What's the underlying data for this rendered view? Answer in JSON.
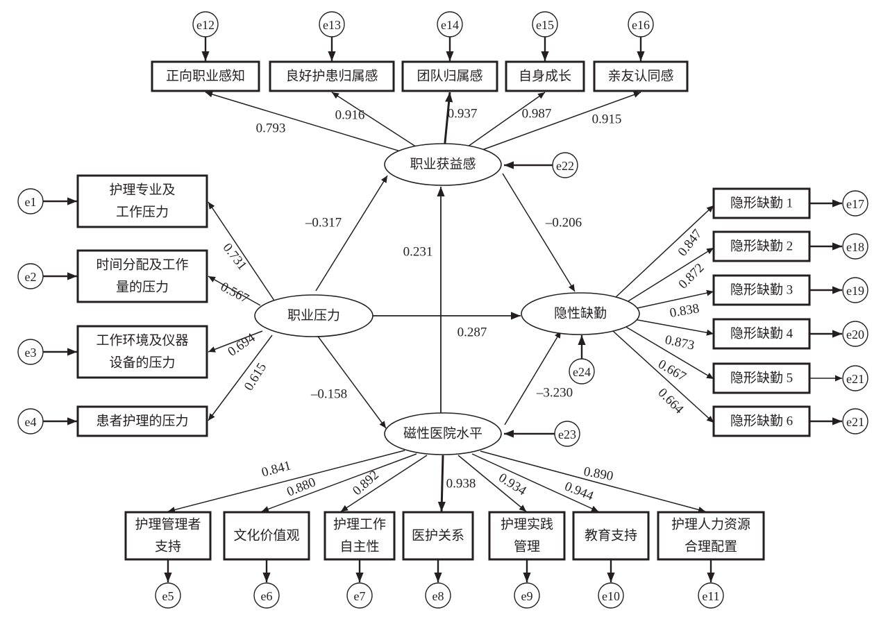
{
  "diagram": {
    "type": "structural-equation-model",
    "latents": {
      "stress": "职业压力",
      "benefit": "职业获益感",
      "magnet": "磁性医院水平",
      "presenteeism": "隐性缺勤"
    },
    "indicators": {
      "stress": [
        {
          "lines": [
            "护理专业及",
            "工作压力"
          ],
          "error": "e1",
          "loading": "0.731"
        },
        {
          "lines": [
            "时间分配及工作",
            "量的压力"
          ],
          "error": "e2",
          "loading": "0.567"
        },
        {
          "lines": [
            "工作环境及仪器",
            "设备的压力"
          ],
          "error": "e3",
          "loading": "0.694"
        },
        {
          "lines": [
            "患者护理的压力"
          ],
          "error": "e4",
          "loading": "0.615"
        }
      ],
      "benefit": [
        {
          "lines": [
            "正向职业感知"
          ],
          "error": "e12",
          "loading": "0.793"
        },
        {
          "lines": [
            "良好护患归属感"
          ],
          "error": "e13",
          "loading": "0.916"
        },
        {
          "lines": [
            "团队归属感"
          ],
          "error": "e14",
          "loading": "0.937"
        },
        {
          "lines": [
            "自身成长"
          ],
          "error": "e15",
          "loading": "0.987"
        },
        {
          "lines": [
            "亲友认同感"
          ],
          "error": "e16",
          "loading": "0.915"
        }
      ],
      "presenteeism": [
        {
          "lines": [
            "隐形缺勤 1"
          ],
          "error": "e17",
          "loading": "0.847"
        },
        {
          "lines": [
            "隐形缺勤 2"
          ],
          "error": "e18",
          "loading": "0.872"
        },
        {
          "lines": [
            "隐形缺勤 3"
          ],
          "error": "e19",
          "loading": "0.838"
        },
        {
          "lines": [
            "隐形缺勤 4"
          ],
          "error": "e20",
          "loading": "0.873"
        },
        {
          "lines": [
            "隐形缺勤 5"
          ],
          "error": "e21",
          "loading": "0.667"
        },
        {
          "lines": [
            "隐形缺勤 6"
          ],
          "error": "e21",
          "loading": "0.664"
        }
      ],
      "magnet": [
        {
          "lines": [
            "护理管理者",
            "支持"
          ],
          "error": "e5",
          "loading": "0.841"
        },
        {
          "lines": [
            "文化价值观"
          ],
          "error": "e6",
          "loading": "0.880"
        },
        {
          "lines": [
            "护理工作",
            "自主性"
          ],
          "error": "e7",
          "loading": "0.892"
        },
        {
          "lines": [
            "医护关系"
          ],
          "error": "e8",
          "loading": "0.938"
        },
        {
          "lines": [
            "护理实践",
            "管理"
          ],
          "error": "e9",
          "loading": "0.934"
        },
        {
          "lines": [
            "教育支持"
          ],
          "error": "e10",
          "loading": "0.944"
        },
        {
          "lines": [
            "护理人力资源",
            "合理配置"
          ],
          "error": "e11",
          "loading": "0.890"
        }
      ]
    },
    "latent_errors": {
      "benefit": "e22",
      "magnet": "e23",
      "presenteeism": "e24"
    },
    "paths": [
      {
        "from": "stress",
        "to": "benefit",
        "coef": "–0.317"
      },
      {
        "from": "stress",
        "to": "magnet",
        "coef": "–0.158"
      },
      {
        "from": "stress",
        "to": "presenteeism",
        "coef": "0.287"
      },
      {
        "from": "magnet",
        "to": "benefit",
        "coef": "0.231"
      },
      {
        "from": "benefit",
        "to": "presenteeism",
        "coef": "–0.206"
      },
      {
        "from": "magnet",
        "to": "presenteeism",
        "coef": "–3.230"
      }
    ]
  }
}
